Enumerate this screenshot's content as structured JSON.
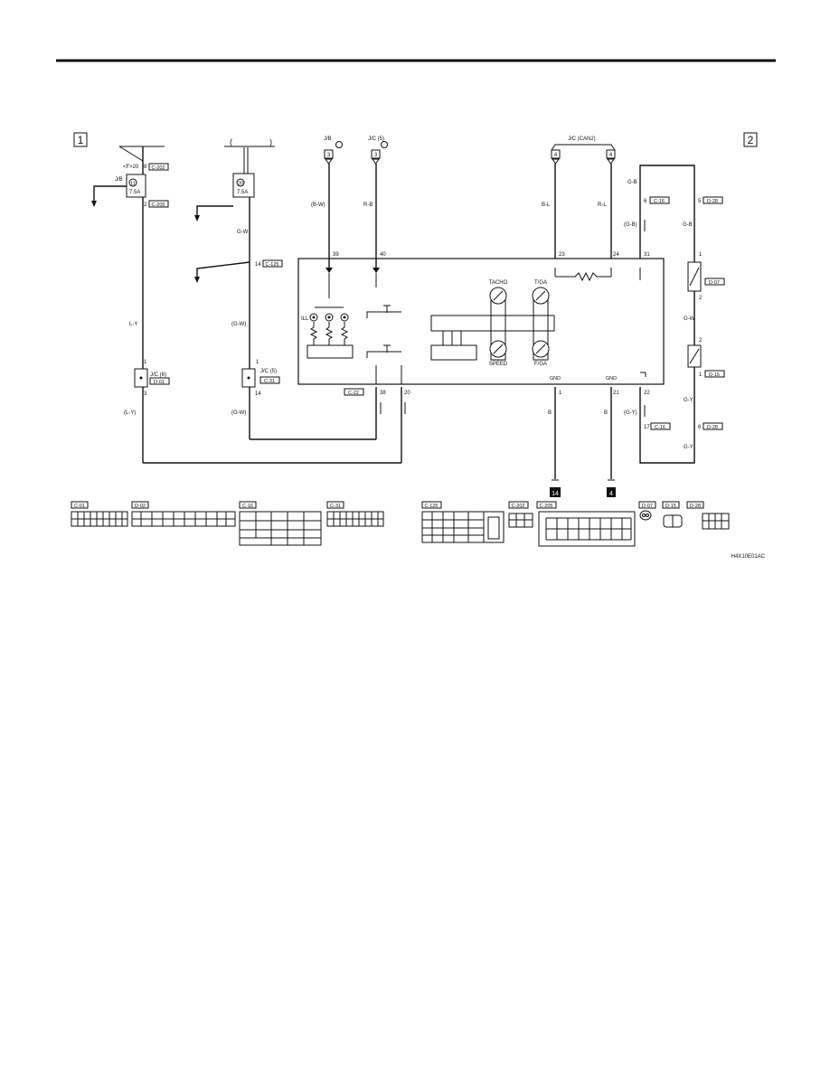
{
  "page_markers": {
    "left": "1",
    "right": "2"
  },
  "fuses": {
    "left": {
      "label": "J/B",
      "number": "11",
      "rating": "7.5A",
      "input_code": "<F>20",
      "pin_top": "8",
      "pin_top_conn": "C-202",
      "pin_bottom": "2",
      "pin_bottom_conn": "C-205"
    },
    "right": {
      "number": "20",
      "rating": "7.5A"
    }
  },
  "top_sources": {
    "jb": "J/B",
    "jc5": "J/C (5)",
    "can2": "J/C (CAN2)",
    "terminal_3": "3",
    "terminal_4": "4"
  },
  "wires": {
    "l_y": "L-Y",
    "l_y_paren": "(L-Y)",
    "g_w": "G-W",
    "g_w_paren": "(G-W)",
    "b_w": "(B-W)",
    "r_b": "R-B",
    "b_l": "B-L",
    "r_l": "R-L",
    "g_b": "G-B",
    "g_b_paren": "(G-B)",
    "g_y": "G-Y",
    "g_y_paren": "(G-Y)",
    "b": "B"
  },
  "pins": {
    "p39": "39",
    "p40": "40",
    "p23": "23",
    "p24": "24",
    "p31": "31",
    "p14": "14",
    "c125": "C-125",
    "jc6_top": "1",
    "jc6_bottom": "3",
    "jc6": "J/C (6)",
    "jc6_conn": "D-01",
    "jc5_top": "1",
    "jc5_bottom": "14",
    "jc5": "J/C (5)",
    "jc5_conn": "C-31",
    "c22": "C-22",
    "p38": "38",
    "p20": "20",
    "gnd1": "GND",
    "gnd2": "GND",
    "p1": "1",
    "p21": "21",
    "p22": "22",
    "p6": "6",
    "c16a": "C-16",
    "p5": "5",
    "d28a": "D-28",
    "d07": "D-07",
    "d15": "D-15",
    "d07_top": "1",
    "d07_bottom": "2",
    "d15_top": "2",
    "d15_bottom": "1",
    "p17": "17",
    "c16b": "C-16",
    "p6b": "6",
    "d28b": "D-28"
  },
  "gauges": {
    "tacho": "TACHO",
    "tga": "T/GA",
    "speed": "SPEED",
    "fga": "F/GA",
    "ill": "ILL"
  },
  "grounds": {
    "left": "14",
    "right": "4"
  },
  "connector_labels": [
    "C-01",
    "D-02",
    "C-16",
    "C-31",
    "C-125",
    "C-202",
    "C-205",
    "D-07",
    "D-15",
    "D-28"
  ],
  "part_code": "H4X10E01AC"
}
